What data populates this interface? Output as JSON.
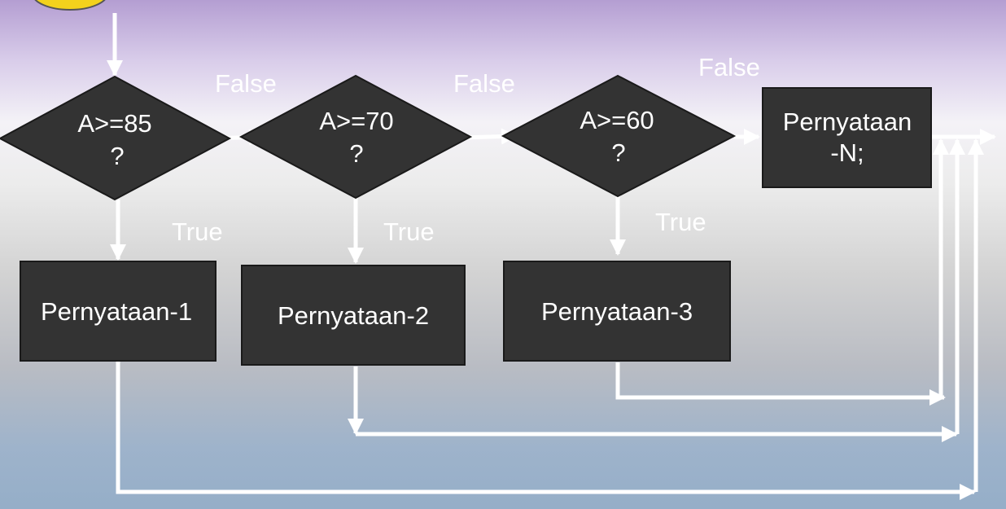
{
  "decisions": [
    {
      "line1": "A>=85",
      "line2": "?"
    },
    {
      "line1": "A>=70",
      "line2": "?"
    },
    {
      "line1": "A>=60",
      "line2": "?"
    }
  ],
  "statements": {
    "s1": "Pernyataan-1",
    "s2": "Pernyataan-2",
    "s3": "Pernyataan-3",
    "sn_line1": "Pernyataan",
    "sn_line2": "-N;"
  },
  "edge_labels": {
    "false1": "False",
    "false2": "False",
    "false3": "False",
    "true1": "True",
    "true2": "True",
    "true3": "True"
  },
  "colors": {
    "shape_fill": "#333333",
    "line": "#ffffff",
    "logo": "#f3d21c"
  }
}
